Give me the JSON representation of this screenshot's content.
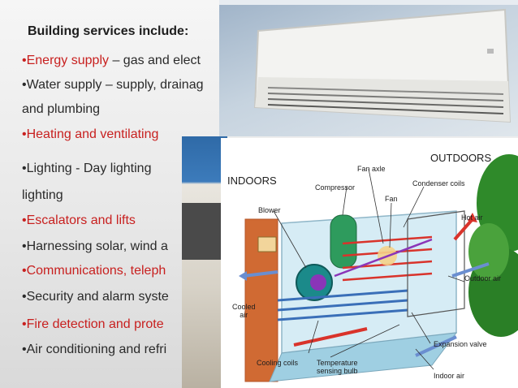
{
  "slide": {
    "title": "Building services include:",
    "bullets": [
      {
        "text": "•Energy supply",
        "rest": " – gas and elect",
        "color": "red"
      },
      {
        "text": "•Water supply – supply, drainag",
        "color": "dark"
      },
      {
        "text": "and plumbing",
        "color": "dark"
      },
      {
        "text": "•Heating and ventilating",
        "color": "red"
      },
      {
        "text": "•Lighting -   Day lighting",
        "color": "dark"
      },
      {
        "text": "lighting",
        "color": "dark"
      },
      {
        "text": "•Escalators and lifts",
        "color": "red"
      },
      {
        "text": "•Harnessing solar, wind a",
        "color": "dark"
      },
      {
        "text": "•Communications, teleph",
        "color": "red"
      },
      {
        "text": "•Security and alarm syste",
        "color": "dark"
      },
      {
        "text": "•Fire detection and prote",
        "color": "red"
      },
      {
        "text": "•Air conditioning and refri",
        "color": "dark"
      }
    ]
  },
  "diagram": {
    "indoors": "INDOORS",
    "outdoors": "OUTDOORS",
    "labels": {
      "fan_axle": "Fan axle",
      "compressor": "Compressor",
      "condenser_coils": "Condenser coils",
      "fan": "Fan",
      "blower": "Blower",
      "hot_air": "Hot air",
      "outdoor_air": "Outdoor air",
      "cooled_air": "Cooled\nair",
      "cooling_coils": "Cooling coils",
      "temperature_sensing_bulb": "Temperature\nsensing bulb",
      "expansion_valve": "Expansion valve",
      "indoor_air": "Indoor air"
    }
  },
  "colors": {
    "accent_red": "#c8201f",
    "text_dark": "#2a2a2a",
    "coil_red": "#d9332b",
    "coil_blue": "#3a6fb8"
  }
}
